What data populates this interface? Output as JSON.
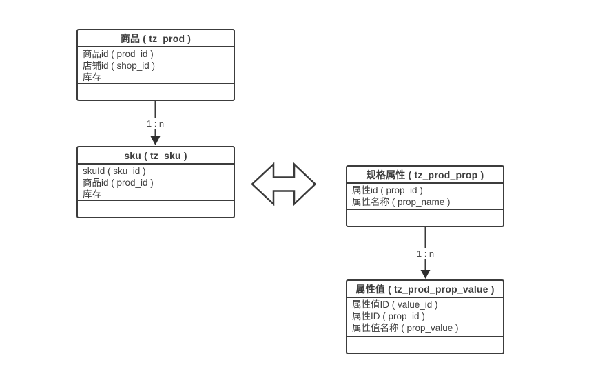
{
  "diagram": {
    "background": "#ffffff",
    "colors": {
      "box_border": "#3c3c3c",
      "text": "#3d3d3d",
      "connector": "#3a3a3a",
      "box_background": "#ffffff"
    },
    "entities": [
      {
        "name": "prod",
        "title": "商品 ( tz_prod )",
        "fields": [
          "商品id ( prod_id )",
          "店铺id ( shop_id )",
          "库存"
        ]
      },
      {
        "name": "sku",
        "title": "sku ( tz_sku )",
        "fields": [
          "skuId ( sku_id )",
          "商品id ( prod_id )",
          "库存"
        ]
      },
      {
        "name": "prod_prop",
        "title": "规格属性 ( tz_prod_prop )",
        "fields": [
          "属性id ( prop_id )",
          "属性名称 ( prop_name )"
        ]
      },
      {
        "name": "prod_prop_value",
        "title": "属性值 ( tz_prod_prop_value )",
        "fields": [
          "属性值ID ( value_id )",
          "属性ID ( prop_id )",
          "属性值名称 ( prop_value )"
        ]
      }
    ],
    "relations": [
      {
        "from": "商品",
        "to": "sku",
        "label": "1 : n",
        "style": "arrow-down"
      },
      {
        "from": "sku",
        "to": "规格属性",
        "label": "",
        "style": "double-arrow"
      },
      {
        "from": "规格属性",
        "to": "属性值",
        "label": "1 : n",
        "style": "arrow-down"
      }
    ]
  }
}
